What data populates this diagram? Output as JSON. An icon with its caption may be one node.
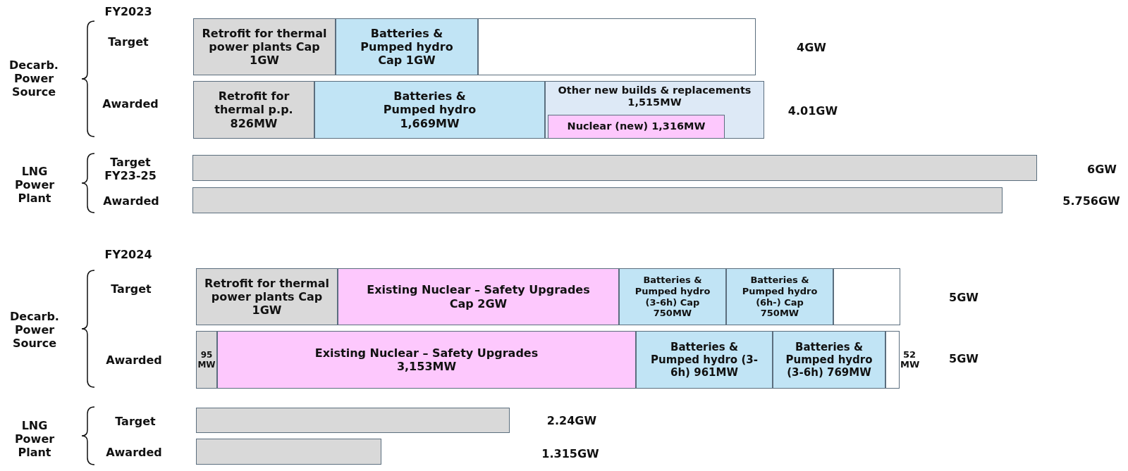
{
  "diagram": {
    "nodes": [
      {
        "text": [
          "Retrofit for thermal power plants Cap 1GW"
        ]
      },
      {
        "text": [
          "Batteries & Pumped hydro Cap 1GW"
        ]
      },
      {
        "text": [],
        "shape": "box"
      },
      {
        "text": [
          "Retrofit for thermal p.p. 826MW"
        ]
      },
      {
        "text": [
          "Batteries & Pumped hydro 1,669MW"
        ]
      },
      {
        "text": [
          "Other new builds & replacements 1,515MW"
        ]
      },
      {
        "text": [
          "Nuclear (new) 1,316MW"
        ],
        "in": 5
      },
      {
        "text": [],
        "shape": "bar"
      },
      {
        "text": [],
        "shape": "bar"
      },
      {
        "text": [
          "Retrofit for thermal power plants Cap 1GW"
        ]
      },
      {
        "text": [
          "Existing Nuclear – Safety Upgrades Cap 2GW"
        ]
      },
      {
        "text": [
          "Batteries & Pumped hydro (3-6h) Cap 750MW"
        ]
      },
      {
        "text": [
          "Batteries & Pumped hydro (6h-) Cap 750MW"
        ]
      },
      {
        "text": [],
        "shape": "box"
      },
      {
        "text": [
          "95 MW"
        ]
      },
      {
        "text": [
          "Existing Nuclear – Safety Upgrades 3,153MW"
        ]
      },
      {
        "text": [
          "Batteries & Pumped hydro (3-6h) 961MW"
        ]
      },
      {
        "text": [
          "Batteries & Pumped hydro (3-6h) 769MW"
        ]
      },
      {
        "text": [],
        "shape": "box",
        "beside": [
          "52 MW"
        ]
      },
      {
        "text": [],
        "shape": "bar"
      },
      {
        "text": [],
        "shape": "bar"
      }
    ],
    "labels": [
      "FY2023",
      "Decarb. Power Source",
      "Target",
      "4GW",
      "Awarded",
      "4.01GW",
      "LNG Power Plant",
      "Target FY23-25",
      "6GW",
      "Awarded",
      "5.756GW",
      "FY2024",
      "Decarb. Power Source",
      "Target",
      "5GW",
      "Awarded",
      "5GW",
      "LNG Power Plant",
      "Target",
      "2.24GW",
      "Awarded",
      "1.315GW"
    ]
  }
}
